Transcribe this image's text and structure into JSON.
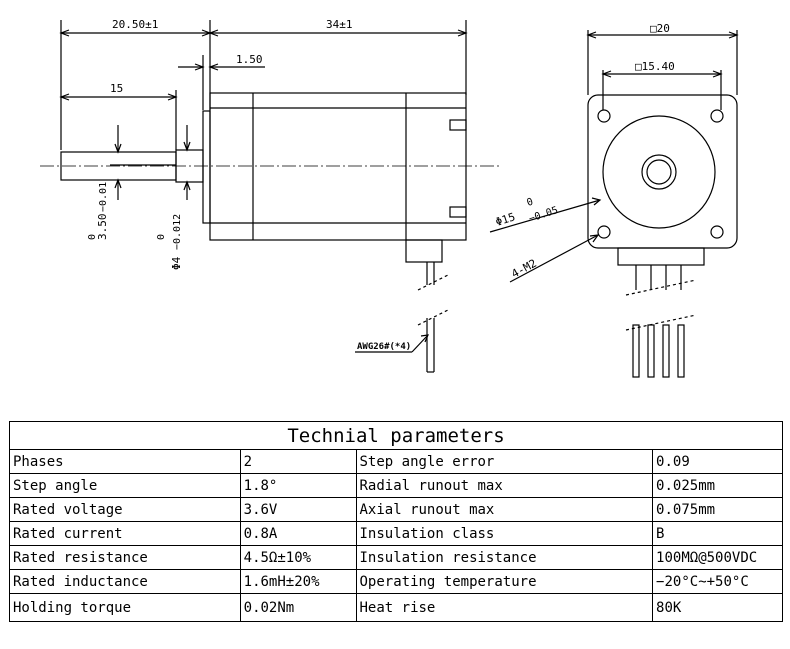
{
  "dimensions": {
    "body_length": "34±1",
    "shaft_total": "20.50±1",
    "shaft_length": "15",
    "flange": "1.50",
    "shaft_dia": "Φ4",
    "shaft_dia_tol_upper": "0",
    "shaft_dia_tol_lower": "−0.012",
    "flat": "3.50",
    "flat_tol_upper": "0",
    "flat_tol_lower": "−0.01",
    "frame": "□20",
    "hole_spacing": "□15.40",
    "boss_dia": "Φ15",
    "boss_tol_upper": "0",
    "boss_tol_lower": "−0.05",
    "holes": "4-M2",
    "wire": "AWG26#(*4)"
  },
  "table": {
    "title": "Technial parameters",
    "rows": [
      {
        "p1": "Phases",
        "v1": "2",
        "p2": "Step angle error",
        "v2": "0.09"
      },
      {
        "p1": "Step angle",
        "v1": "1.8°",
        "p2": "Radial runout max",
        "v2": "0.025mm"
      },
      {
        "p1": "Rated voltage",
        "v1": "3.6V",
        "p2": "Axial runout max",
        "v2": "0.075mm"
      },
      {
        "p1": "Rated current",
        "v1": "0.8A",
        "p2": "Insulation class",
        "v2": "B"
      },
      {
        "p1": "Rated resistance",
        "v1": "4.5Ω±10%",
        "p2": "Insulation resistance",
        "v2": "100MΩ@500VDC"
      },
      {
        "p1": "Rated inductance",
        "v1": "1.6mH±20%",
        "p2": "Operating temperature",
        "v2": "−20°C~+50°C"
      },
      {
        "p1": "Holding torque",
        "v1": "0.02Nm",
        "p2": "Heat rise",
        "v2": "80K"
      }
    ]
  }
}
